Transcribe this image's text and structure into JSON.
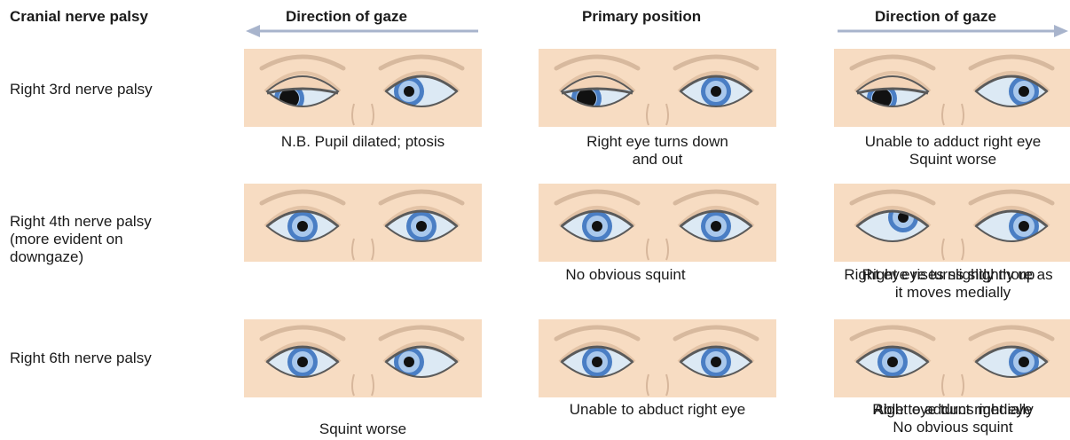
{
  "headers": {
    "col0": "Cranial nerve palsy",
    "col1": "Direction of gaze",
    "col2": "Primary position",
    "col3": "Direction of gaze"
  },
  "rows": [
    {
      "label": "Right 3rd nerve palsy",
      "captions": {
        "left": "N.B. Pupil dilated; ptosis",
        "center": [
          "Right eye turns down",
          "and out"
        ],
        "right": [
          "Unable to adduct right eye",
          "Squint worse"
        ]
      }
    },
    {
      "label": [
        "Right 4th nerve palsy",
        "(more evident on",
        "downgaze)"
      ],
      "captions": {
        "left": "",
        "center": "No obvious squint",
        "right_overlap": [
          "Right eye rises slightly more as",
          "Right eye turns slightly up"
        ],
        "right_line2": "it moves medially"
      }
    },
    {
      "label": "Right 6th nerve palsy",
      "captions": {
        "left": "Squint worse",
        "center": "Unable to abduct right eye",
        "right_overlap": [
          "Able to adduct right eye",
          "Right eye turns medially"
        ],
        "right_line2": "No obvious squint"
      }
    }
  ],
  "colors": {
    "skin": "#f7dcc2",
    "iris": "#4a7ec4",
    "iris_light": "#a9c8ec",
    "sclera": "#dce9f4",
    "lid": "#5a5a5a",
    "arrow": "#a8b4cc"
  }
}
